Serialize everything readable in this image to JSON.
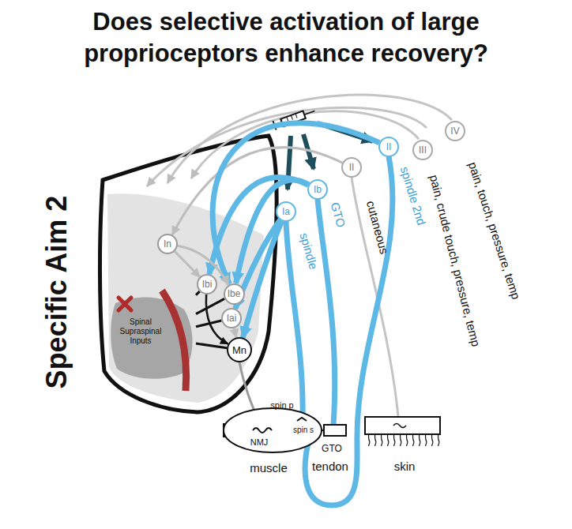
{
  "diagram": {
    "title": "Does selective activation of large proprioceptors enhance recovery?",
    "nodes": [
      {
        "text": [
          "In"
        ]
      },
      {
        "text": [
          "Ibi"
        ]
      },
      {
        "text": [
          "Ibe"
        ]
      },
      {
        "text": [
          "Iai"
        ]
      },
      {
        "text": [
          "Spinal Supraspinal Inputs"
        ]
      },
      {
        "text": [
          "Mn"
        ]
      },
      {
        "text": [
          "Ia"
        ]
      },
      {
        "text": [
          "Ib"
        ]
      },
      {
        "text": [
          "II"
        ]
      },
      {
        "text": [
          "II"
        ]
      },
      {
        "text": [
          "III"
        ]
      },
      {
        "text": [
          "IV"
        ]
      }
    ],
    "edges": [
      {
        "from": 6,
        "to": 5,
        "arrow": "to"
      },
      {
        "from": 6,
        "to": 3,
        "arrow": "to"
      },
      {
        "from": 7,
        "to": 2,
        "arrow": "to"
      },
      {
        "from": 7,
        "to": 1,
        "arrow": "to"
      },
      {
        "from": 8,
        "to": 0,
        "arrow": "to"
      },
      {
        "from": 9,
        "to": 2,
        "arrow": "to"
      },
      {
        "from": 0,
        "to": 1,
        "arrow": "to"
      },
      {
        "from": 0,
        "to": 2,
        "arrow": "to"
      },
      {
        "from": 3,
        "to": 5,
        "arrow": "to"
      },
      {
        "from": 1,
        "to": 5,
        "arrow": "to"
      },
      {
        "from": 4,
        "to": 1,
        "arrow": "none"
      },
      {
        "from": 4,
        "to": 2,
        "arrow": "none"
      },
      {
        "from": 4,
        "to": 3,
        "arrow": "none"
      },
      {
        "from": 4,
        "to": 5,
        "arrow": "none"
      }
    ],
    "labels": [
      "Specific Aim 2",
      "spindle",
      "GTO",
      "cutaneous",
      "spindle 2nd",
      "pain, crude touch, pressure, temp",
      "pain, touch, pressure, temp",
      "spin p",
      "spin s",
      "NMJ",
      "GTO",
      "muscle",
      "tendon",
      "skin"
    ]
  }
}
